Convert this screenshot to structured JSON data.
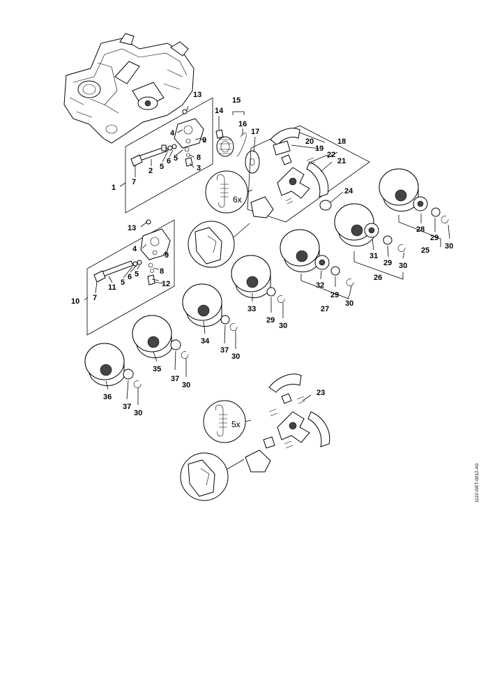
{
  "labels": {
    "l1": "1",
    "l2": "2",
    "l3": "3",
    "l4": "4",
    "l4b": "4",
    "l5a": "5",
    "l5b": "5",
    "l5c": "5",
    "l5d": "5",
    "l6": "6",
    "l6b": "6",
    "l7": "7",
    "l7b": "7",
    "l8": "8",
    "l8b": "8",
    "l9": "9",
    "l9b": "9",
    "l10": "10",
    "l11": "11",
    "l12": "12",
    "l13": "13",
    "l13b": "13",
    "l14": "14",
    "l15": "15",
    "l16": "16",
    "l17": "17",
    "l18": "18",
    "l19": "19",
    "l20": "20",
    "l21": "21",
    "l22": "22",
    "l23": "23",
    "l24": "24",
    "l25": "25",
    "l26": "26",
    "l27": "27",
    "l28": "28",
    "l29a": "29",
    "l29b": "29",
    "l29c": "29",
    "l29d": "29",
    "l30a": "30",
    "l30b": "30",
    "l30c": "30",
    "l30d": "30",
    "l30e": "30",
    "l30f": "30",
    "l30g": "30",
    "l31": "31",
    "l32": "32",
    "l33": "33",
    "l34": "34",
    "l35": "35",
    "l36": "36",
    "l37a": "37",
    "l37b": "37",
    "l37c": "37"
  },
  "spring_note_1": "6x",
  "spring_note_2": "5x",
  "drawing_code": "1122-GET-0012-A0"
}
